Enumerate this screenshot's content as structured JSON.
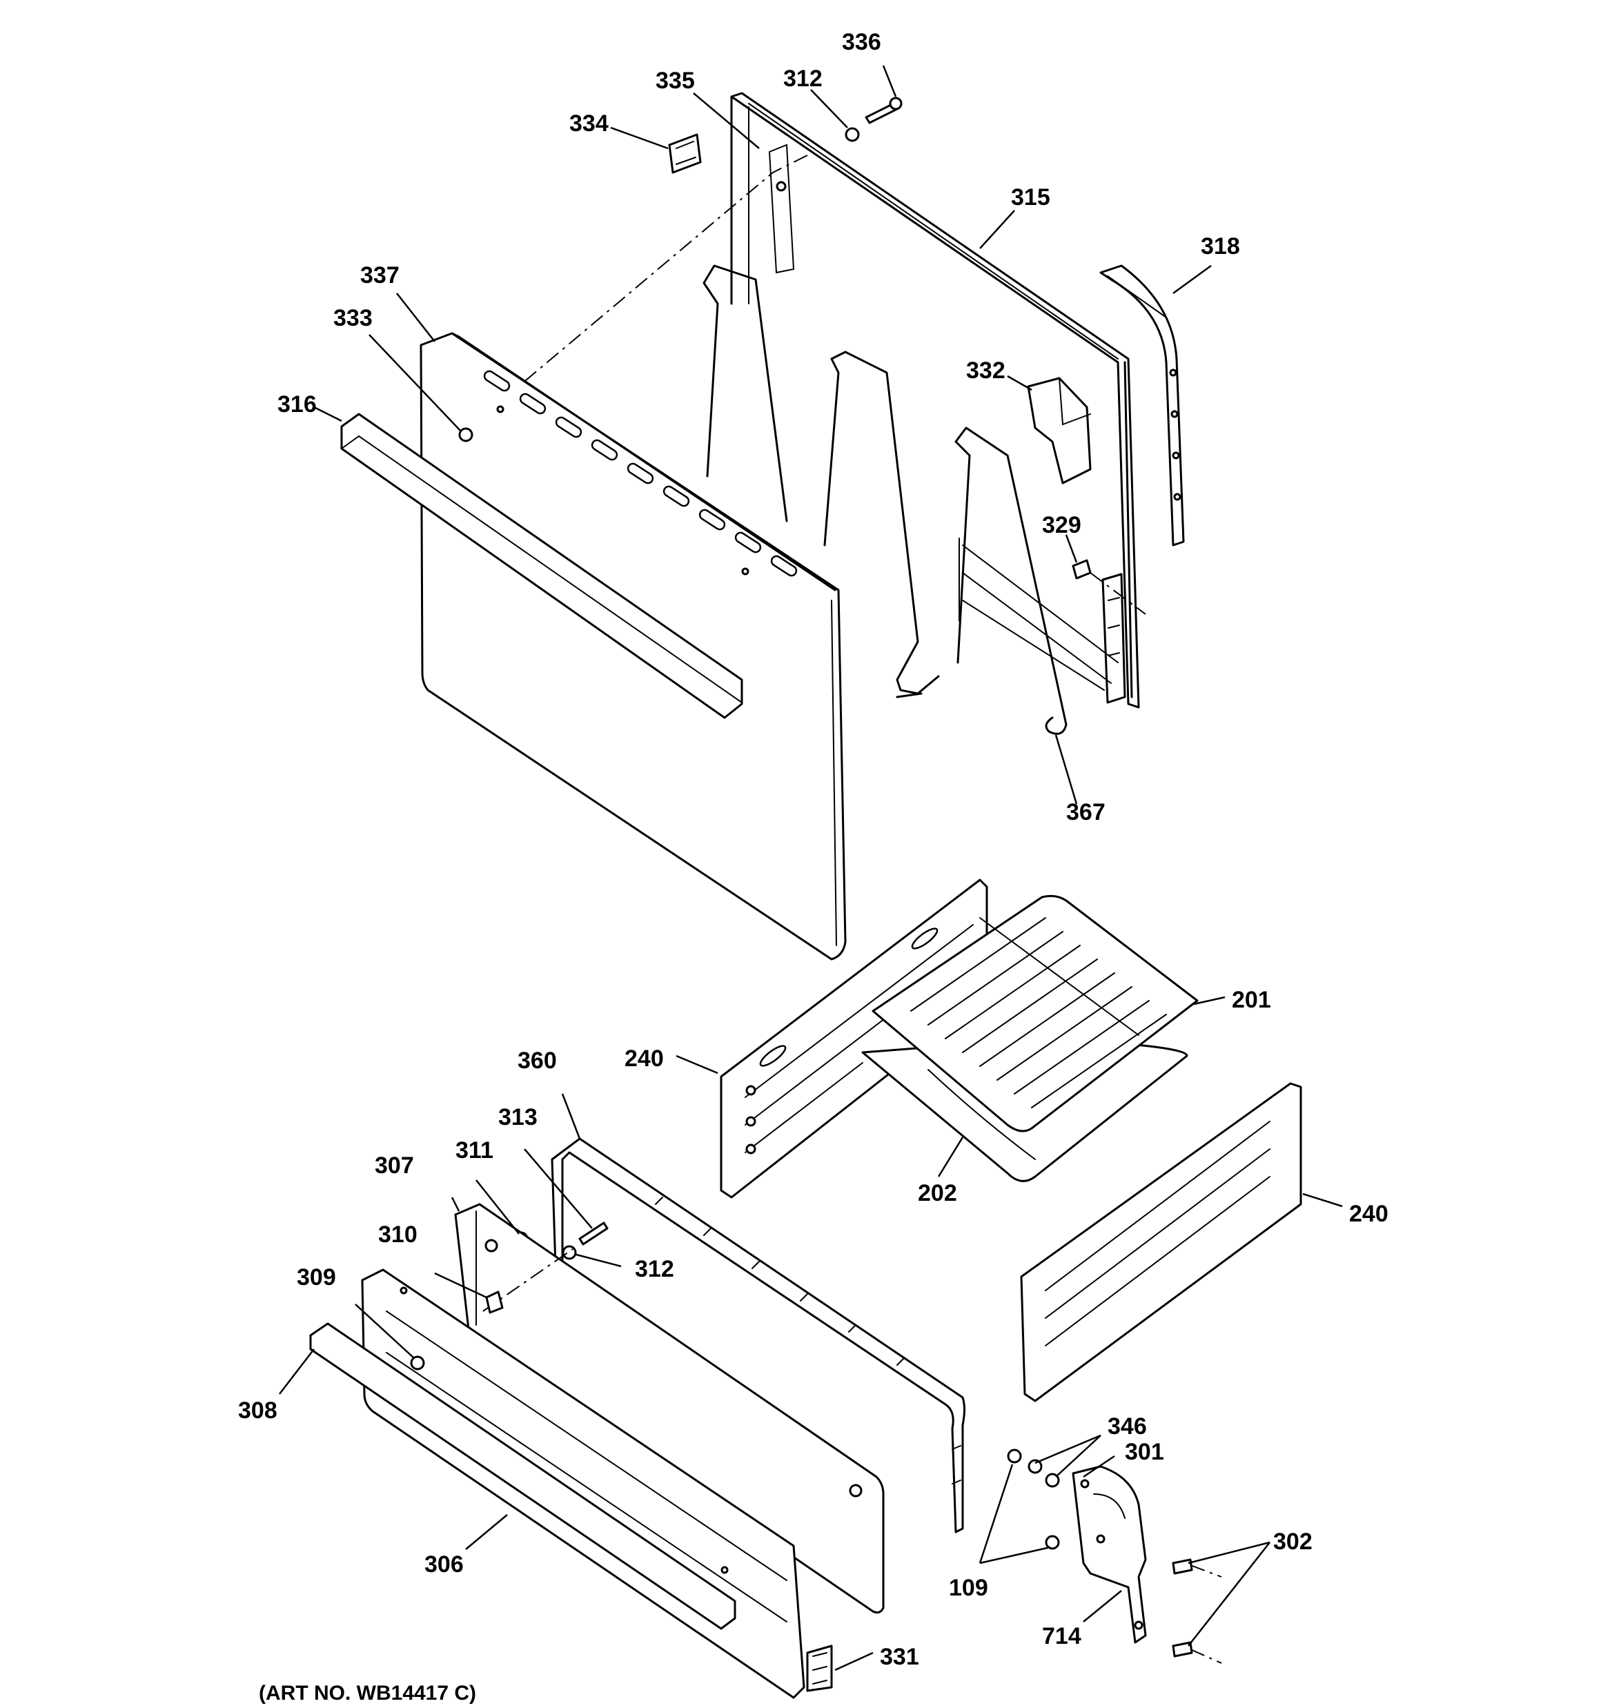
{
  "art_number": "(ART NO. WB14417 C)",
  "callouts": [
    {
      "id": "p336",
      "label": "336"
    },
    {
      "id": "p335",
      "label": "335"
    },
    {
      "id": "p312a",
      "label": "312"
    },
    {
      "id": "p334",
      "label": "334"
    },
    {
      "id": "p315",
      "label": "315"
    },
    {
      "id": "p318",
      "label": "318"
    },
    {
      "id": "p337",
      "label": "337"
    },
    {
      "id": "p333",
      "label": "333"
    },
    {
      "id": "p316",
      "label": "316"
    },
    {
      "id": "p332",
      "label": "332"
    },
    {
      "id": "p329",
      "label": "329"
    },
    {
      "id": "p367",
      "label": "367"
    },
    {
      "id": "p201",
      "label": "201"
    },
    {
      "id": "p240a",
      "label": "240"
    },
    {
      "id": "p360",
      "label": "360"
    },
    {
      "id": "p313",
      "label": "313"
    },
    {
      "id": "p311",
      "label": "311"
    },
    {
      "id": "p307",
      "label": "307"
    },
    {
      "id": "p202",
      "label": "202"
    },
    {
      "id": "p240b",
      "label": "240"
    },
    {
      "id": "p310",
      "label": "310"
    },
    {
      "id": "p312b",
      "label": "312"
    },
    {
      "id": "p309",
      "label": "309"
    },
    {
      "id": "p308",
      "label": "308"
    },
    {
      "id": "p346",
      "label": "346"
    },
    {
      "id": "p301",
      "label": "301"
    },
    {
      "id": "p306",
      "label": "306"
    },
    {
      "id": "p302",
      "label": "302"
    },
    {
      "id": "p109",
      "label": "109"
    },
    {
      "id": "p714",
      "label": "714"
    },
    {
      "id": "p331",
      "label": "331"
    }
  ]
}
